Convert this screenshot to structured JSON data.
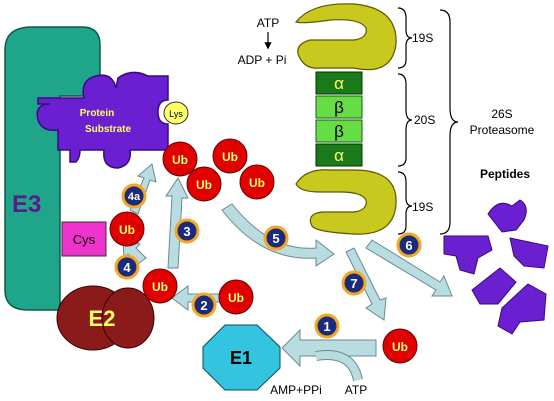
{
  "labels": {
    "e3": "E3",
    "e2": "E2",
    "e1": "E1",
    "cys": "Cys",
    "lys": "Lys",
    "protein_substrate_line1": "Protein",
    "protein_substrate_line2": "Substrate",
    "ub": "Ub",
    "atp_top": "ATP",
    "adp_pi": "ADP + Pi",
    "alpha": "α",
    "beta": "β",
    "s19_top": "19S",
    "s20": "20S",
    "s19_bottom": "19S",
    "proteasome_line1": "26S",
    "proteasome_line2": "Proteasome",
    "peptides": "Peptides",
    "amp_ppi": "AMP+PPi",
    "atp_bottom": "ATP"
  },
  "steps": {
    "s1": "1",
    "s2": "2",
    "s3": "3",
    "s4": "4",
    "s4a": "4a",
    "s5": "5",
    "s6": "6",
    "s7": "7"
  },
  "colors": {
    "e3": "#1fa68a",
    "e2": "#8b1a1a",
    "e1": "#33c4e0",
    "cys": "#ee33cc",
    "lys": "#ffff66",
    "ub": "#e00000",
    "substrate": "#6a1fd0",
    "proteasome_cap": "#c8c81e",
    "alpha_ring": "#1a7a1a",
    "beta_ring": "#66dd44",
    "arrow_fill": "#b8dce0",
    "step_badge": "#1a2b7a",
    "step_ring": "#f5a623"
  }
}
